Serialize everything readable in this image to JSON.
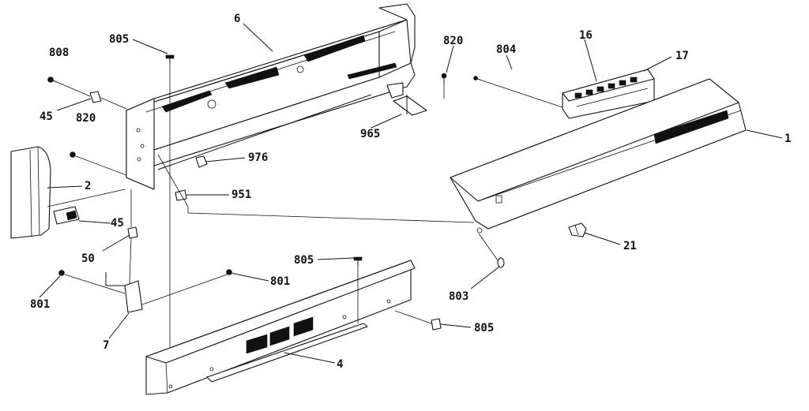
{
  "callouts": [
    {
      "id": "c-808",
      "text": "808"
    },
    {
      "id": "c-805a",
      "text": "805"
    },
    {
      "id": "c-6",
      "text": "6"
    },
    {
      "id": "c-820a",
      "text": "820"
    },
    {
      "id": "c-804",
      "text": "804"
    },
    {
      "id": "c-16",
      "text": "16"
    },
    {
      "id": "c-17",
      "text": "17"
    },
    {
      "id": "c-45a",
      "text": "45"
    },
    {
      "id": "c-820b",
      "text": "820"
    },
    {
      "id": "c-965",
      "text": "965"
    },
    {
      "id": "c-1",
      "text": "1"
    },
    {
      "id": "c-976",
      "text": "976"
    },
    {
      "id": "c-2",
      "text": "2"
    },
    {
      "id": "c-951",
      "text": "951"
    },
    {
      "id": "c-45b",
      "text": "45"
    },
    {
      "id": "c-50",
      "text": "50"
    },
    {
      "id": "c-21",
      "text": "21"
    },
    {
      "id": "c-805b",
      "text": "805"
    },
    {
      "id": "c-801a",
      "text": "801"
    },
    {
      "id": "c-801b",
      "text": "801"
    },
    {
      "id": "c-803",
      "text": "803"
    },
    {
      "id": "c-805c",
      "text": "805"
    },
    {
      "id": "c-7",
      "text": "7"
    },
    {
      "id": "c-4",
      "text": "4"
    }
  ]
}
